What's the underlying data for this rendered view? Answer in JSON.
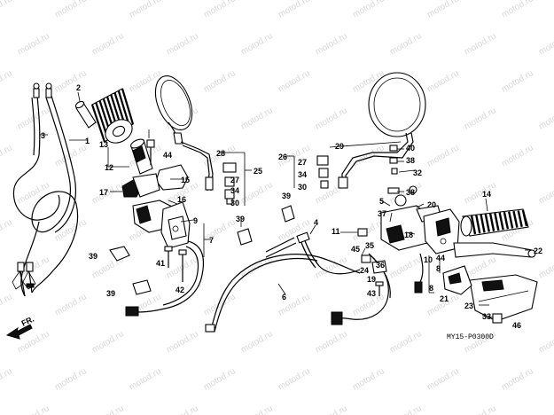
{
  "diagram": {
    "code": "MY15-P0300D",
    "watermark": "motod.ru",
    "direction_label": "FR.",
    "callouts": [
      {
        "id": "c1",
        "text": "1"
      },
      {
        "id": "c2",
        "text": "2"
      },
      {
        "id": "c3",
        "text": "3"
      },
      {
        "id": "c4",
        "text": "4"
      },
      {
        "id": "c5",
        "text": "5"
      },
      {
        "id": "c6",
        "text": "6"
      },
      {
        "id": "c7",
        "text": "7"
      },
      {
        "id": "c8a",
        "text": "8"
      },
      {
        "id": "c8b",
        "text": "8"
      },
      {
        "id": "c9",
        "text": "9"
      },
      {
        "id": "c10",
        "text": "10"
      },
      {
        "id": "c11",
        "text": "11"
      },
      {
        "id": "c12",
        "text": "12"
      },
      {
        "id": "c13",
        "text": "13"
      },
      {
        "id": "c14",
        "text": "14"
      },
      {
        "id": "c15",
        "text": "15"
      },
      {
        "id": "c16",
        "text": "16"
      },
      {
        "id": "c17",
        "text": "17"
      },
      {
        "id": "c18",
        "text": "18"
      },
      {
        "id": "c19",
        "text": "19"
      },
      {
        "id": "c20",
        "text": "20"
      },
      {
        "id": "c21",
        "text": "21"
      },
      {
        "id": "c22",
        "text": "22"
      },
      {
        "id": "c23",
        "text": "23"
      },
      {
        "id": "c24",
        "text": "24"
      },
      {
        "id": "c25",
        "text": "25"
      },
      {
        "id": "c26",
        "text": "26"
      },
      {
        "id": "c27a",
        "text": "27"
      },
      {
        "id": "c27b",
        "text": "27"
      },
      {
        "id": "c28",
        "text": "28"
      },
      {
        "id": "c29",
        "text": "29"
      },
      {
        "id": "c30a",
        "text": "30"
      },
      {
        "id": "c30b",
        "text": "30"
      },
      {
        "id": "c32",
        "text": "32"
      },
      {
        "id": "c33",
        "text": "33"
      },
      {
        "id": "c34a",
        "text": "34"
      },
      {
        "id": "c34b",
        "text": "34"
      },
      {
        "id": "c35",
        "text": "35"
      },
      {
        "id": "c36",
        "text": "36"
      },
      {
        "id": "c37",
        "text": "37"
      },
      {
        "id": "c38a",
        "text": "38"
      },
      {
        "id": "c38b",
        "text": "38"
      },
      {
        "id": "c39a",
        "text": "39"
      },
      {
        "id": "c39b",
        "text": "39"
      },
      {
        "id": "c39c",
        "text": "39"
      },
      {
        "id": "c39d",
        "text": "39"
      },
      {
        "id": "c40",
        "text": "40"
      },
      {
        "id": "c41",
        "text": "41"
      },
      {
        "id": "c42",
        "text": "42"
      },
      {
        "id": "c43",
        "text": "43"
      },
      {
        "id": "c44a",
        "text": "44"
      },
      {
        "id": "c44b",
        "text": "44"
      },
      {
        "id": "c45",
        "text": "45"
      },
      {
        "id": "c46",
        "text": "46"
      }
    ]
  }
}
